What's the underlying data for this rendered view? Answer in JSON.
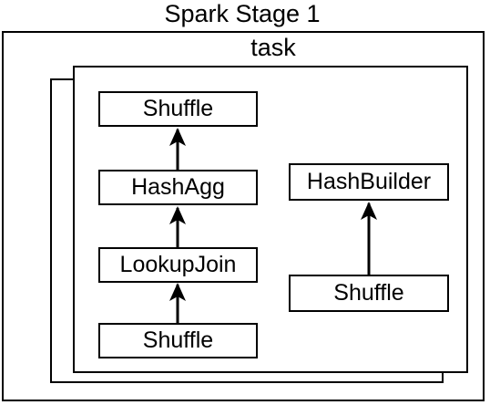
{
  "stage": {
    "title": "Spark Stage 1"
  },
  "task": {
    "title": "task"
  },
  "left_pipeline": {
    "shuffle_top": "Shuffle",
    "hash_agg": "HashAgg",
    "lookup_join": "LookupJoin",
    "shuffle_bottom": "Shuffle"
  },
  "right_pipeline": {
    "hash_builder": "HashBuilder",
    "shuffle": "Shuffle"
  },
  "edges": [
    {
      "from": "Shuffle",
      "to": "LookupJoin"
    },
    {
      "from": "LookupJoin",
      "to": "HashAgg"
    },
    {
      "from": "HashAgg",
      "to": "Shuffle"
    },
    {
      "from": "Shuffle",
      "to": "HashBuilder"
    }
  ]
}
